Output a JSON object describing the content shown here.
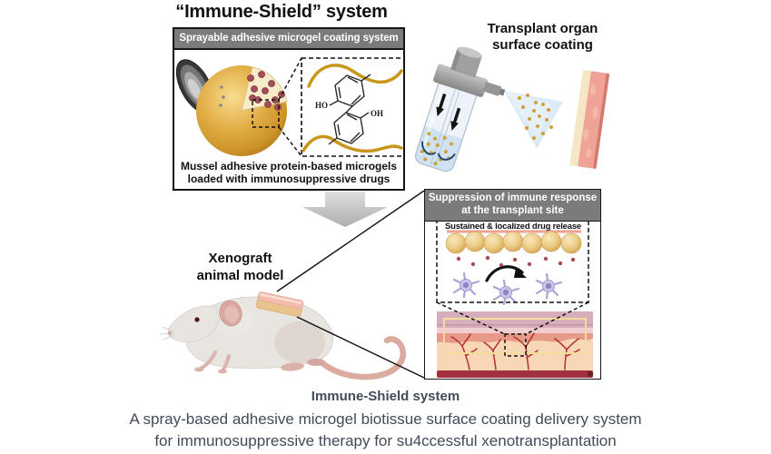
{
  "title": "“Immune-Shield” system",
  "left_panel": {
    "header": "Sprayable adhesive microgel coating system",
    "caption_line1": "Mussel adhesive protein-based microgels",
    "caption_line2": "loaded with immunosuppressive drugs",
    "chem_label_left": "HO",
    "chem_label_right": "OH"
  },
  "spray_panel": {
    "label_line1": "Transplant organ",
    "label_line2": "surface coating"
  },
  "xenograft_label": {
    "line1": "Xenograft",
    "line2": "animal model"
  },
  "right_panel": {
    "header_line1": "Suppression of immune response",
    "header_line2": "at the transplant site",
    "release_label": "Sustained & localized drug release"
  },
  "footer": {
    "heading": "Immune-Shield system",
    "line1": "A spray-based adhesive microgel biotissue surface coating delivery system",
    "line2": "for immunosuppressive therapy for su4ccessful xenotransplantation"
  },
  "colors": {
    "header_gray": "#7b7b7b",
    "ink": "#151515",
    "footer_text": "#414b5a",
    "microgel_gold": "#d9a733",
    "chem_gold": "#c9961c",
    "tissue_pink": "#efa396",
    "drug_red": "#a34f5a",
    "immune_cell_lavender": "#ccc7ea",
    "spray_blue": "#d7e8f6"
  }
}
